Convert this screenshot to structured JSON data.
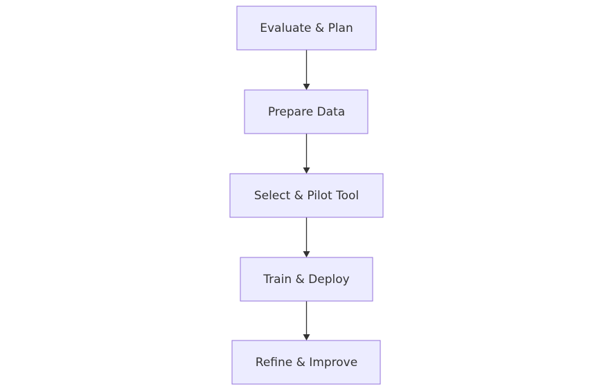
{
  "diagram": {
    "type": "flowchart",
    "direction": "top-to-bottom",
    "colors": {
      "node_fill": "#ECECFF",
      "node_border": "#9370DB",
      "text": "#333333",
      "edge": "#333333"
    },
    "nodes": [
      {
        "id": "evaluate-plan",
        "label": "Evaluate & Plan"
      },
      {
        "id": "prepare-data",
        "label": "Prepare Data"
      },
      {
        "id": "select-pilot-tool",
        "label": "Select & Pilot Tool"
      },
      {
        "id": "train-deploy",
        "label": "Train & Deploy"
      },
      {
        "id": "refine-improve",
        "label": "Refine & Improve"
      }
    ],
    "edges": [
      {
        "from": "evaluate-plan",
        "to": "prepare-data"
      },
      {
        "from": "prepare-data",
        "to": "select-pilot-tool"
      },
      {
        "from": "select-pilot-tool",
        "to": "train-deploy"
      },
      {
        "from": "train-deploy",
        "to": "refine-improve"
      }
    ]
  }
}
